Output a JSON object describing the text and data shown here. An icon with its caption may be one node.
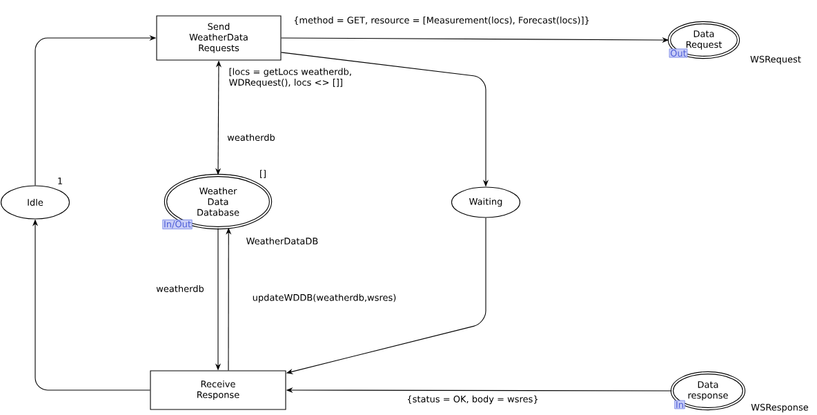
{
  "diagram": {
    "nodes": [
      {
        "text": [
          "Send WeatherData Requests"
        ],
        "beside": [
          "[locs = getLocs weatherdb, WDRequest(), locs <> []]"
        ]
      },
      {
        "text": [
          "Data Request"
        ],
        "beside": [
          "Out",
          "WSRequest"
        ]
      },
      {
        "text": [
          "Idle"
        ],
        "beside": [
          "1"
        ]
      },
      {
        "text": [
          "Weather Data Database"
        ],
        "beside": [
          "[]",
          "In/Out",
          "WeatherDataDB"
        ]
      },
      {
        "text": [
          "Waiting"
        ]
      },
      {
        "text": [
          "Receive Response"
        ]
      },
      {
        "text": [
          "Data response"
        ],
        "beside": [
          "In",
          "WSResponse"
        ]
      }
    ],
    "edges": [
      {
        "from": 2,
        "to": 0,
        "arrow": "to"
      },
      {
        "from": 0,
        "to": 1,
        "arrow": "to",
        "label": "{method = GET, resource = [Measurement(locs), Forecast(locs)]}"
      },
      {
        "from": 0,
        "to": 4,
        "arrow": "to"
      },
      {
        "from": 3,
        "to": 0,
        "arrow": "both",
        "label": "weatherdb"
      },
      {
        "from": 3,
        "to": 5,
        "arrow": "to",
        "label": "weatherdb"
      },
      {
        "from": 5,
        "to": 3,
        "arrow": "to",
        "label": "updateWDDB(weatherdb,wsres)"
      },
      {
        "from": 4,
        "to": 5,
        "arrow": "to"
      },
      {
        "from": 6,
        "to": 5,
        "arrow": "to",
        "label": "{status = OK, body = wsres}"
      },
      {
        "from": 5,
        "to": 2,
        "arrow": "to"
      }
    ]
  }
}
